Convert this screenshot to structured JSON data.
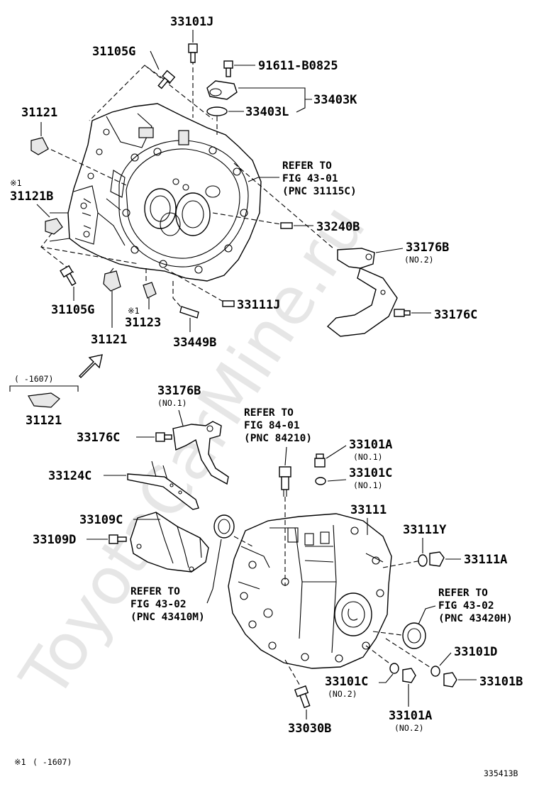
{
  "watermark": "ToyotaCarMine.ru",
  "diagram_id": "335413B",
  "footnote": {
    "mark": "※1",
    "range": "(     -1607)"
  },
  "top_group": {
    "range_bracket": "(     -1607)",
    "labels": {
      "p33101J": "33101J",
      "p31105G_a": "31105G",
      "p91611": "91611-B0825",
      "p33403K": "33403K",
      "p33403L": "33403L",
      "p31121_a": "31121",
      "mark1_a": "※1",
      "p31121B": "31121B",
      "p33240B": "33240B",
      "p33176B_a": "33176B",
      "no2_a": "(NO.2)",
      "p33176C_a": "33176C",
      "p33111J": "33111J",
      "p31105G_b": "31105G",
      "mark1_b": "※1",
      "p31123": "31123",
      "p31121_b": "31121",
      "p33449B": "33449B",
      "p31121_c": "31121"
    },
    "refer_43_01": [
      "REFER TO",
      "FIG 43-01",
      "(PNC 31115C)"
    ]
  },
  "bottom_group": {
    "labels": {
      "p33176B_b": "33176B",
      "no1_a": "(NO.1)",
      "p33176C_b": "33176C",
      "p33124C": "33124C",
      "p33109C": "33109C",
      "p33109D": "33109D",
      "p33101A_a": "33101A",
      "no1_b": "(NO.1)",
      "p33101C_a": "33101C",
      "no1_c": "(NO.1)",
      "p33111": "33111",
      "p33111Y": "33111Y",
      "p33111A": "33111A",
      "p33101D": "33101D",
      "p33101B": "33101B",
      "p33101C_b": "33101C",
      "no2_b": "(NO.2)",
      "p33101A_b": "33101A",
      "no2_c": "(NO.2)",
      "p33030B": "33030B"
    },
    "refer_84_01": [
      "REFER TO",
      "FIG 84-01",
      "(PNC 84210)"
    ],
    "refer_43_02_m": [
      "REFER TO",
      "FIG 43-02",
      "(PNC 43410M)"
    ],
    "refer_43_02_h": [
      "REFER TO",
      "FIG 43-02",
      "(PNC 43420H)"
    ]
  }
}
